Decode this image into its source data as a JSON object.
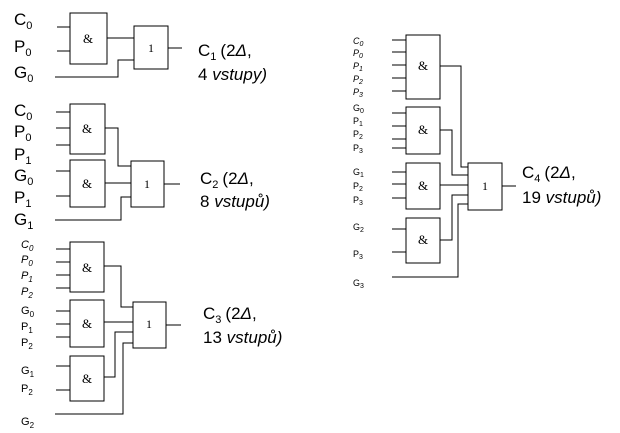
{
  "and_symbol": "&",
  "or_symbol": "1",
  "c1": {
    "inputs": {
      "c0": [
        "C",
        "0"
      ],
      "p0": [
        "P",
        "0"
      ],
      "g0": [
        "G",
        "0"
      ]
    },
    "label": {
      "name": "C",
      "sub": "1",
      "cost": "(2",
      "delta": "Δ",
      "comma": ",",
      "count": "4",
      "word": "vstupy)"
    }
  },
  "c2": {
    "inputs": {
      "c0": [
        "C",
        "0"
      ],
      "p0": [
        "P",
        "0"
      ],
      "p1": [
        "P",
        "1"
      ],
      "g0": [
        "G",
        "0"
      ],
      "p1b": [
        "P",
        "1"
      ],
      "g1": [
        "G",
        "1"
      ]
    },
    "label": {
      "name": "C",
      "sub": "2",
      "cost": "(2",
      "delta": "Δ",
      "comma": ",",
      "count": "8",
      "word": "vstupů)"
    }
  },
  "c3": {
    "inputs": {
      "c0": [
        "C",
        "0"
      ],
      "p0": [
        "P",
        "0"
      ],
      "p1": [
        "P",
        "1"
      ],
      "p2": [
        "P",
        "2"
      ],
      "g0": [
        "G",
        "0"
      ],
      "p1b": [
        "P",
        "1"
      ],
      "p2b": [
        "P",
        "2"
      ],
      "g1": [
        "G",
        "1"
      ],
      "p2c": [
        "P",
        "2"
      ],
      "g2": [
        "G",
        "2"
      ]
    },
    "label": {
      "name": "C",
      "sub": "3",
      "cost": "(2",
      "delta": "Δ",
      "comma": ",",
      "count": "13",
      "word": "vstupů)"
    }
  },
  "c4": {
    "inputs": {
      "c0": [
        "C",
        "0"
      ],
      "p0": [
        "P",
        "0"
      ],
      "p1": [
        "P",
        "1"
      ],
      "p2": [
        "P",
        "2"
      ],
      "p3": [
        "P",
        "3"
      ],
      "g0": [
        "G",
        "0"
      ],
      "p1b": [
        "P",
        "1"
      ],
      "p2b": [
        "P",
        "2"
      ],
      "p3b": [
        "P",
        "3"
      ],
      "g1": [
        "G",
        "1"
      ],
      "p2c": [
        "P",
        "2"
      ],
      "p3c": [
        "P",
        "3"
      ],
      "g2": [
        "G",
        "2"
      ],
      "p3d": [
        "P",
        "3"
      ],
      "g3": [
        "G",
        "3"
      ]
    },
    "label": {
      "name": "C",
      "sub": "4",
      "cost": "(2",
      "delta": "Δ",
      "comma": ",",
      "count": "19",
      "word": "vstupů)"
    }
  }
}
